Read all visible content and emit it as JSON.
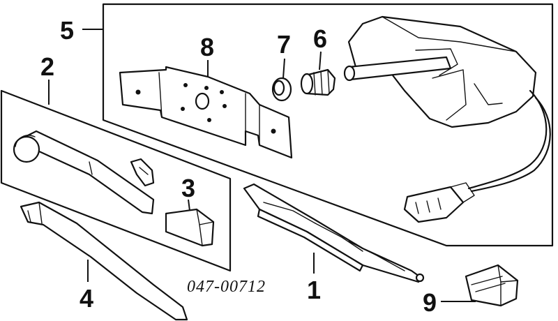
{
  "diagram": {
    "part_number": "047-00712",
    "callouts": [
      "1",
      "2",
      "3",
      "4",
      "5",
      "6",
      "7",
      "8",
      "9"
    ]
  }
}
